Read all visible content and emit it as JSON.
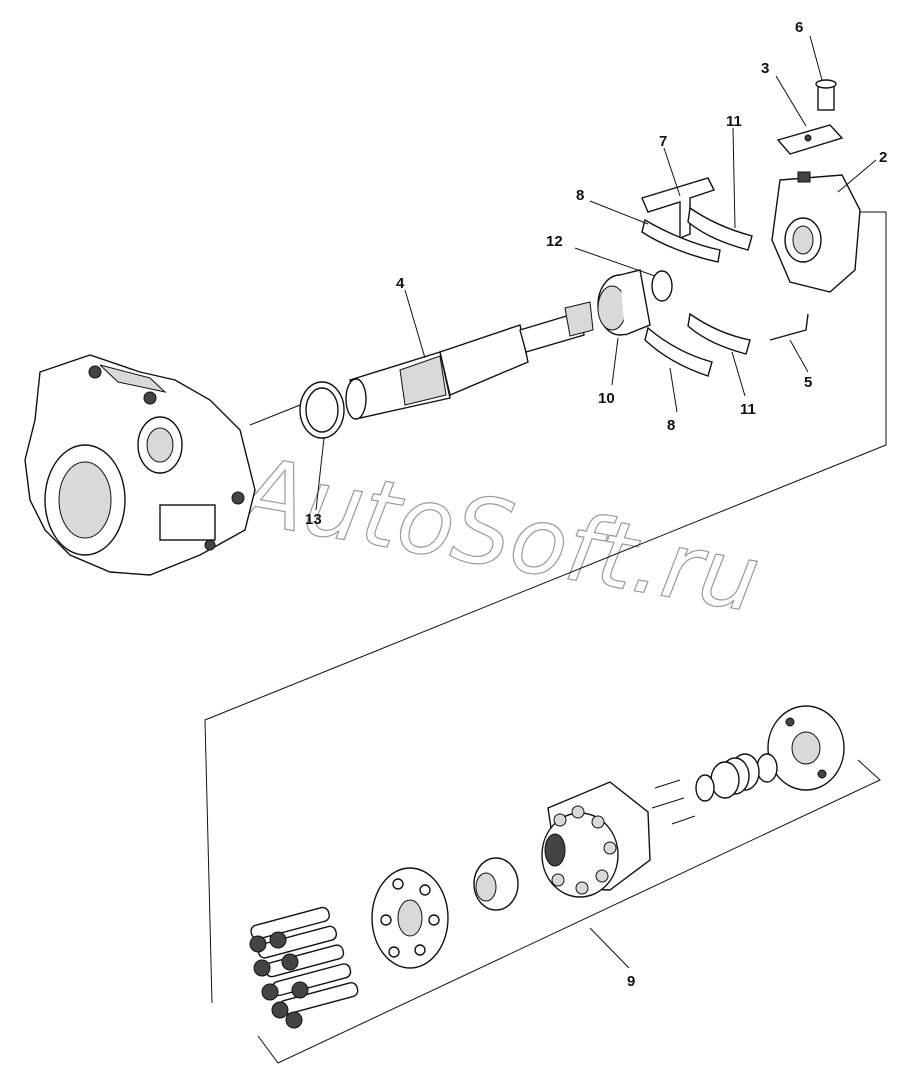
{
  "watermark": "AutoSoft.ru",
  "callouts": {
    "c2": "2",
    "c3": "3",
    "c4": "4",
    "c5": "5",
    "c6": "6",
    "c7": "7",
    "c8a": "8",
    "c8b": "8",
    "c9": "9",
    "c10": "10",
    "c11a": "11",
    "c11b": "11",
    "c12": "12",
    "c13": "13"
  }
}
